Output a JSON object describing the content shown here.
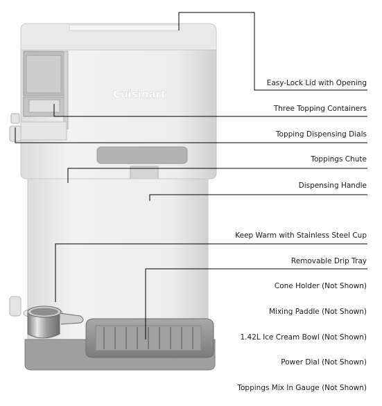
{
  "product": {
    "brand_logo": "Cuisinart"
  },
  "callouts": [
    {
      "label": "Easy-Lock Lid with Opening"
    },
    {
      "label": "Three Topping Containers"
    },
    {
      "label": "Topping Dispensing Dials"
    },
    {
      "label": "Toppings Chute"
    },
    {
      "label": "Dispensing Handle"
    },
    {
      "label": "Keep Warm with Stainless Steel Cup"
    },
    {
      "label": "Removable Drip Tray"
    },
    {
      "label": "Cone Holder (Not Shown)"
    },
    {
      "label": "Mixing Paddle (Not Shown)"
    },
    {
      "label": "1.42L Ice Cream Bowl (Not Shown)"
    },
    {
      "label": "Power Dial (Not Shown)"
    },
    {
      "label": "Toppings Mix In Gauge (Not Shown)"
    }
  ],
  "colors": {
    "body": "#ececec",
    "body_shadow": "#d6d6d6",
    "handle": "#b9b9b9",
    "tray": "#8f8f8f",
    "steel": "#a7a7a7",
    "leader_line": "#000000"
  }
}
